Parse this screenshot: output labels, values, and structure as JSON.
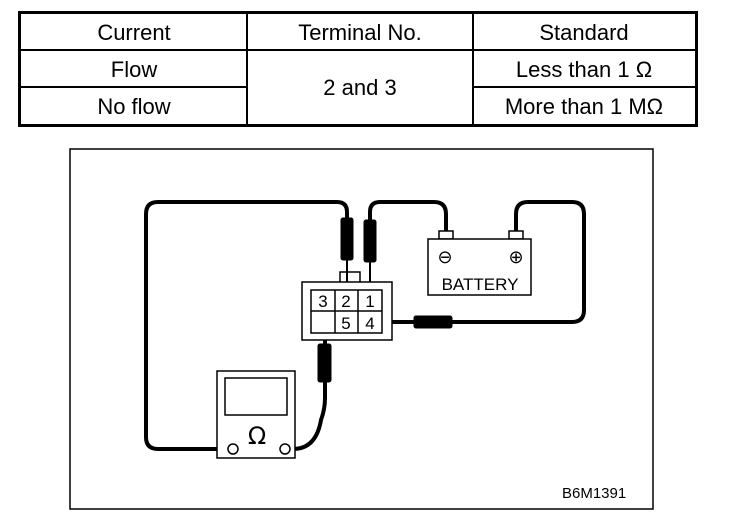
{
  "table": {
    "headers": [
      "Current",
      "Terminal No.",
      "Standard"
    ],
    "rows": [
      {
        "current": "Flow",
        "standard": "Less than 1 Ω"
      },
      {
        "current": "No flow",
        "standard": "More than 1 MΩ"
      }
    ],
    "terminal": "2 and 3"
  },
  "diagram": {
    "connector_terminals": [
      "3",
      "2",
      "1",
      "5",
      "4"
    ],
    "battery_label": "BATTERY",
    "battery_negative": "⊖",
    "battery_positive": "⊕",
    "ohmmeter_symbol": "Ω",
    "figure_code": "B6M1391"
  }
}
